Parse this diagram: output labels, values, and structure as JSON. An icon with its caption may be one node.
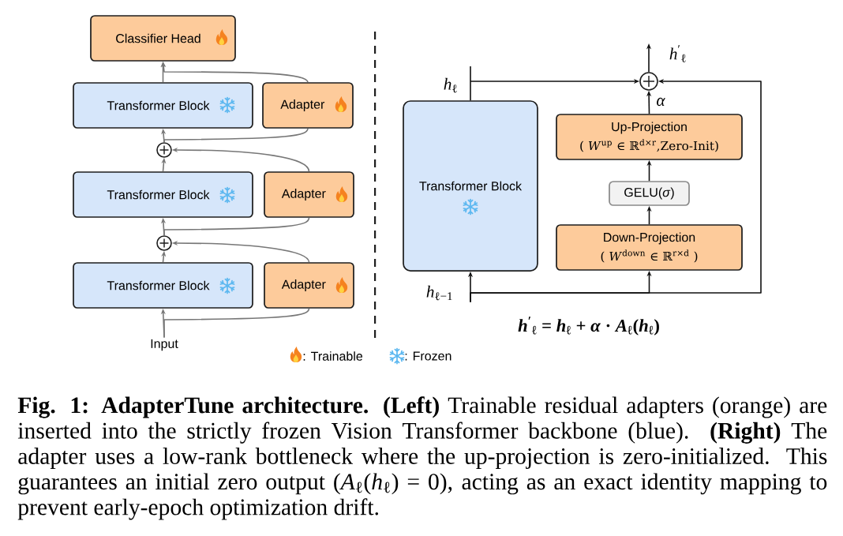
{
  "diagram": {
    "nodes": [
      {
        "text": [
          "Classifier Head"
        ]
      },
      {
        "text": [
          "Transformer Block"
        ]
      },
      {
        "text": [
          "Adapter"
        ]
      },
      {
        "text": [],
        "shape": "circle"
      },
      {
        "text": [
          "Transformer Block"
        ]
      },
      {
        "text": [
          "Adapter"
        ]
      },
      {
        "text": [],
        "shape": "circle"
      },
      {
        "text": [
          "Transformer Block"
        ]
      },
      {
        "text": [
          "Adapter"
        ]
      },
      {
        "text": [
          "Input"
        ]
      },
      {
        "text": [
          "Transformer Block"
        ]
      },
      {
        "text": [],
        "shape": "circle"
      },
      {
        "text": [
          "Up-Projection",
          "( *W*$^{up}$ ∈ ℝ$^{d×r}$,Zero-Init)"
        ]
      },
      {
        "text": [
          "GELU(*σ*)"
        ]
      },
      {
        "text": [
          "Down-Projection",
          "( *W*$^{down}$ ∈ ℝ$^{r×d}$ )"
        ]
      },
      {
        "text": [
          "*h*$_{ℓ−1}$"
        ]
      }
    ],
    "edges": [
      {
        "from": 9,
        "to": 7,
        "arrow": "to"
      },
      {
        "from": 9,
        "to": 8,
        "arrow": "none"
      },
      {
        "from": 7,
        "to": 6,
        "arrow": "to"
      },
      {
        "from": 8,
        "to": 6,
        "arrow": "to"
      },
      {
        "from": 6,
        "to": 4,
        "arrow": "to"
      },
      {
        "from": 6,
        "to": 5,
        "arrow": "none"
      },
      {
        "from": 4,
        "to": 3,
        "arrow": "to"
      },
      {
        "from": 5,
        "to": 3,
        "arrow": "to"
      },
      {
        "from": 3,
        "to": 1,
        "arrow": "to"
      },
      {
        "from": 3,
        "to": 2,
        "arrow": "none"
      },
      {
        "from": 1,
        "to": 0,
        "arrow": "to"
      },
      {
        "from": 2,
        "to": 0,
        "arrow": "to"
      },
      {
        "from": 10,
        "to": 11,
        "arrow": "to",
        "label": "*h*$_{ℓ}$",
        "color": "#111111"
      },
      {
        "from": 15,
        "to": 10,
        "arrow": "to",
        "color": "#111111"
      },
      {
        "from": 15,
        "to": 14,
        "arrow": "to",
        "color": "#111111"
      },
      {
        "from": 15,
        "to": 11,
        "arrow": "to",
        "color": "#111111"
      },
      {
        "from": 14,
        "to": 13,
        "arrow": "to",
        "color": "#111111"
      },
      {
        "from": 13,
        "to": 12,
        "arrow": "to",
        "color": "#111111"
      },
      {
        "from": 12,
        "to": 11,
        "arrow": "to",
        "label": "α",
        "color": "#111111"
      },
      {
        "from": 11,
        "to": null,
        "arrow": "to",
        "label": "*h*$^{′}$$_{ℓ}$",
        "color": "#111111"
      }
    ],
    "labels": [
      "*h*$^{′}$$_{ℓ}$ = *h*$_{ℓ}$ + *α* · *A*$_{ℓ}$(*h*$_{ℓ}$)"
    ],
    "legend": [
      {
        "text": ": Trainable"
      },
      {
        "text": ": Frozen"
      }
    ],
    "caption": "**Fig. 1: AdapterTune architecture. (Left)** Trainable residual adapters (orange) are inserted into the strictly frozen Vision Transformer backbone (blue). **(Right)** The adapter uses a low-rank bottleneck where the up-projection is zero-initialized. This guarantees an initial zero output (*A*$_{ℓ}$(*h*$_{ℓ}$) = 0), acting as an exact identity mapping to prevent early-epoch optimization drift."
  }
}
